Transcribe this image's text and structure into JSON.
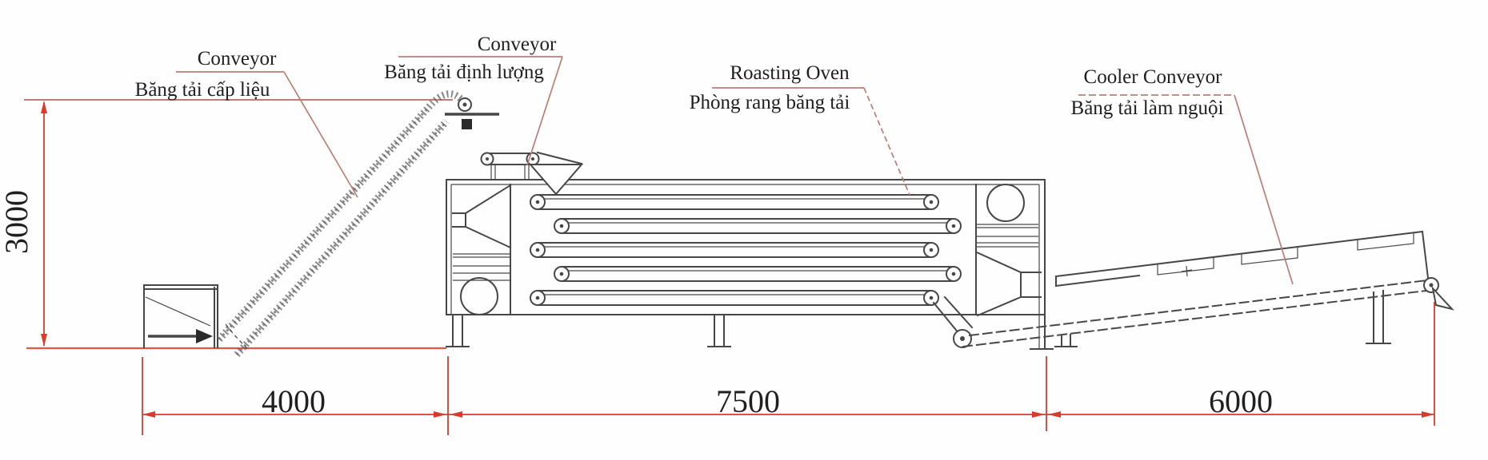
{
  "callouts": [
    {
      "en": "Conveyor",
      "vi": "Băng tải cấp liệu"
    },
    {
      "en": "Conveyor",
      "vi": "Băng tải định lượng"
    },
    {
      "en": "Roasting Oven",
      "vi": "Phòng rang băng tải"
    },
    {
      "en": "Cooler Conveyor",
      "vi": "Băng tải làm nguội"
    }
  ],
  "dimensions": {
    "height": "3000",
    "spans": [
      "4000",
      "7500",
      "6000"
    ]
  },
  "colors": {
    "dimension": "#da3a2c",
    "leader": "#bd7d74",
    "drawing": "#474747",
    "text": "#1f1f1f",
    "background": "#fefefe"
  }
}
